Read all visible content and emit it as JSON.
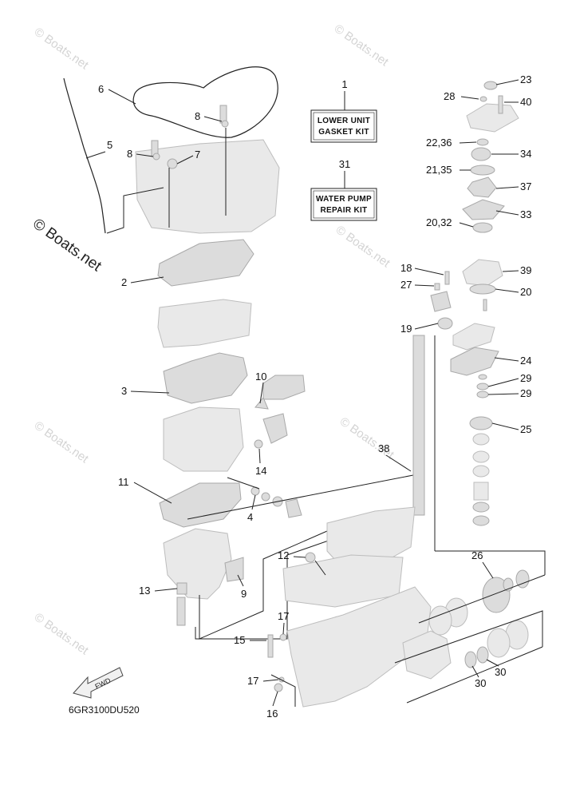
{
  "watermark": {
    "text": "© Boats.net"
  },
  "diagram_code": "6GR3100DU520",
  "fwd_label": "FWD",
  "kits": {
    "lower_unit": {
      "number": "1",
      "line1": "LOWER UNIT",
      "line2": "GASKET KIT"
    },
    "water_pump": {
      "number": "31",
      "line1": "WATER PUMP",
      "line2": "REPAIR KIT"
    }
  },
  "callouts": {
    "c2": "2",
    "c3": "3",
    "c4": "4",
    "c5": "5",
    "c6": "6",
    "c7": "7",
    "c8a": "8",
    "c8b": "8",
    "c9": "9",
    "c10": "10",
    "c11": "11",
    "c12": "12",
    "c13": "13",
    "c14": "14",
    "c15": "15",
    "c16": "16",
    "c17a": "17",
    "c17b": "17",
    "c18": "18",
    "c19": "19",
    "c20": "20",
    "c20_32": "20,32",
    "c21_35": "21,35",
    "c22_36": "22,36",
    "c23": "23",
    "c24": "24",
    "c25": "25",
    "c26": "26",
    "c27": "27",
    "c28": "28",
    "c29a": "29",
    "c29b": "29",
    "c30a": "30",
    "c30b": "30",
    "c33": "33",
    "c34": "34",
    "c37": "37",
    "c38": "38",
    "c39": "39",
    "c40": "40"
  }
}
